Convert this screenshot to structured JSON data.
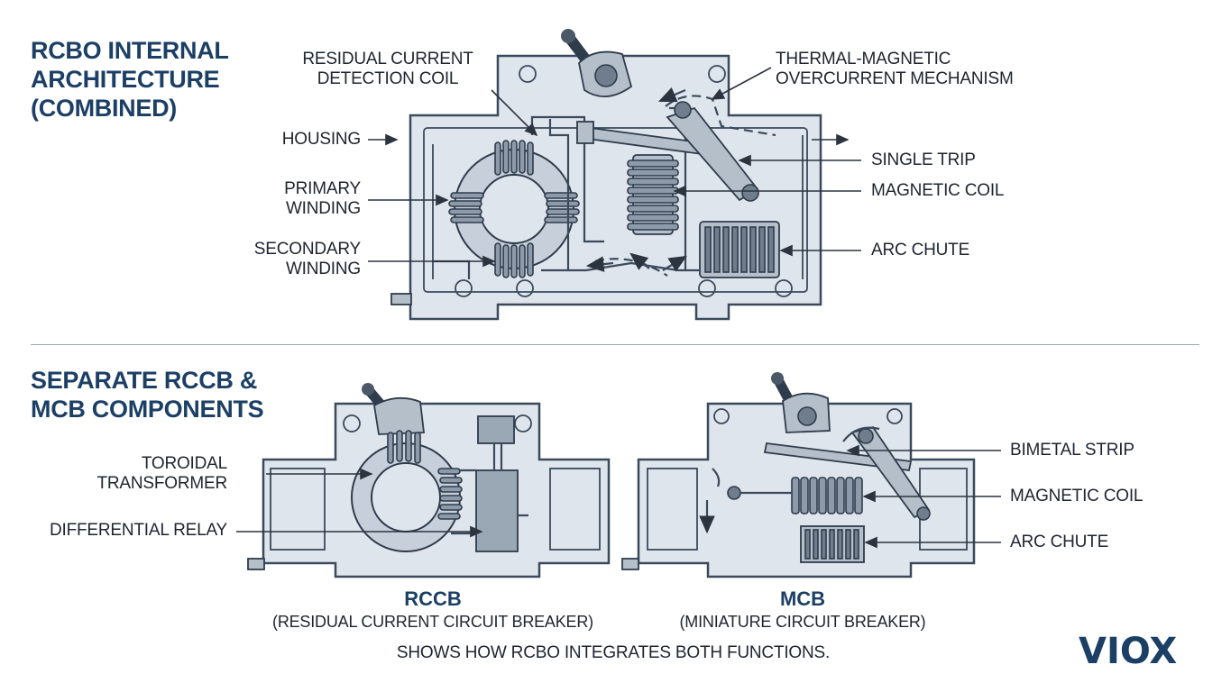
{
  "titles": {
    "top": "RCBO INTERNAL\nARCHITECTURE\n(COMBINED)",
    "bottom": "SEPARATE RCCB &\nMCB COMPONENTS"
  },
  "rcbo_labels": {
    "residual_coil": "RESIDUAL CURRENT\nDETECTION COIL",
    "thermal_magnetic": "THERMAL-MAGNETIC\nOVERCURRENT MECHANISM",
    "housing": "HOUSING",
    "primary_winding": "PRIMARY\nWINDING",
    "secondary_winding": "SECONDARY\nWINDING",
    "single_trip": "SINGLE TRIP",
    "magnetic_coil": "MAGNETIC COIL",
    "arc_chute": "ARC CHUTE"
  },
  "rccb": {
    "toroidal_transformer": "TOROIDAL\nTRANSFORMER",
    "differential_relay": "DIFFERENTIAL RELAY",
    "caption_title": "RCCB",
    "caption_sub": "(RESIDUAL CURRENT CIRCUIT BREAKER)"
  },
  "mcb": {
    "bimetal_strip": "BIMETAL STRIP",
    "magnetic_coil": "MAGNETIC COIL",
    "arc_chute": "ARC CHUTE",
    "caption_title": "MCB",
    "caption_sub": "(MINIATURE CIRCUIT BREAKER)"
  },
  "footer": "SHOWS HOW RCBO INTEGRATES BOTH FUNCTIONS.",
  "brand": {
    "logo_text": "VIOX",
    "logo_color": "#1c3f66",
    "accent": "#1c3f66"
  }
}
